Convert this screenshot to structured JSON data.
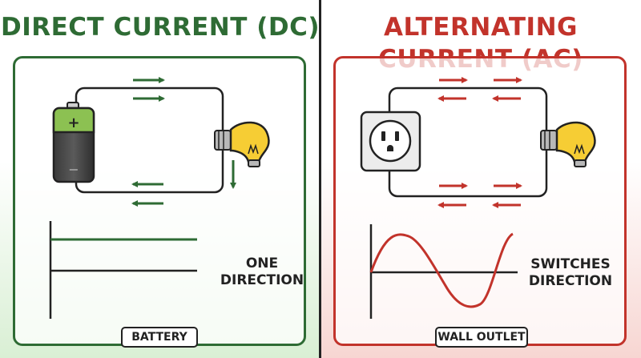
{
  "dc": {
    "title": "DIRECT CURRENT (DC)",
    "battery_plus": "+",
    "battery_minus": "−",
    "wave_label_line1": "ONE",
    "wave_label_line2": "DIRECTION",
    "source_tag": "BATTERY"
  },
  "ac": {
    "title": "ALTERNATING CURRENT (AC)",
    "wave_label_line1": "SWITCHES",
    "wave_label_line2": "DIRECTION",
    "source_tag": "WALL OUTLET"
  },
  "colors": {
    "dc_green": "#2e6b34",
    "ac_red": "#c2332b",
    "bulb_yellow": "#f6cd34",
    "battery_green": "#8cc152"
  }
}
